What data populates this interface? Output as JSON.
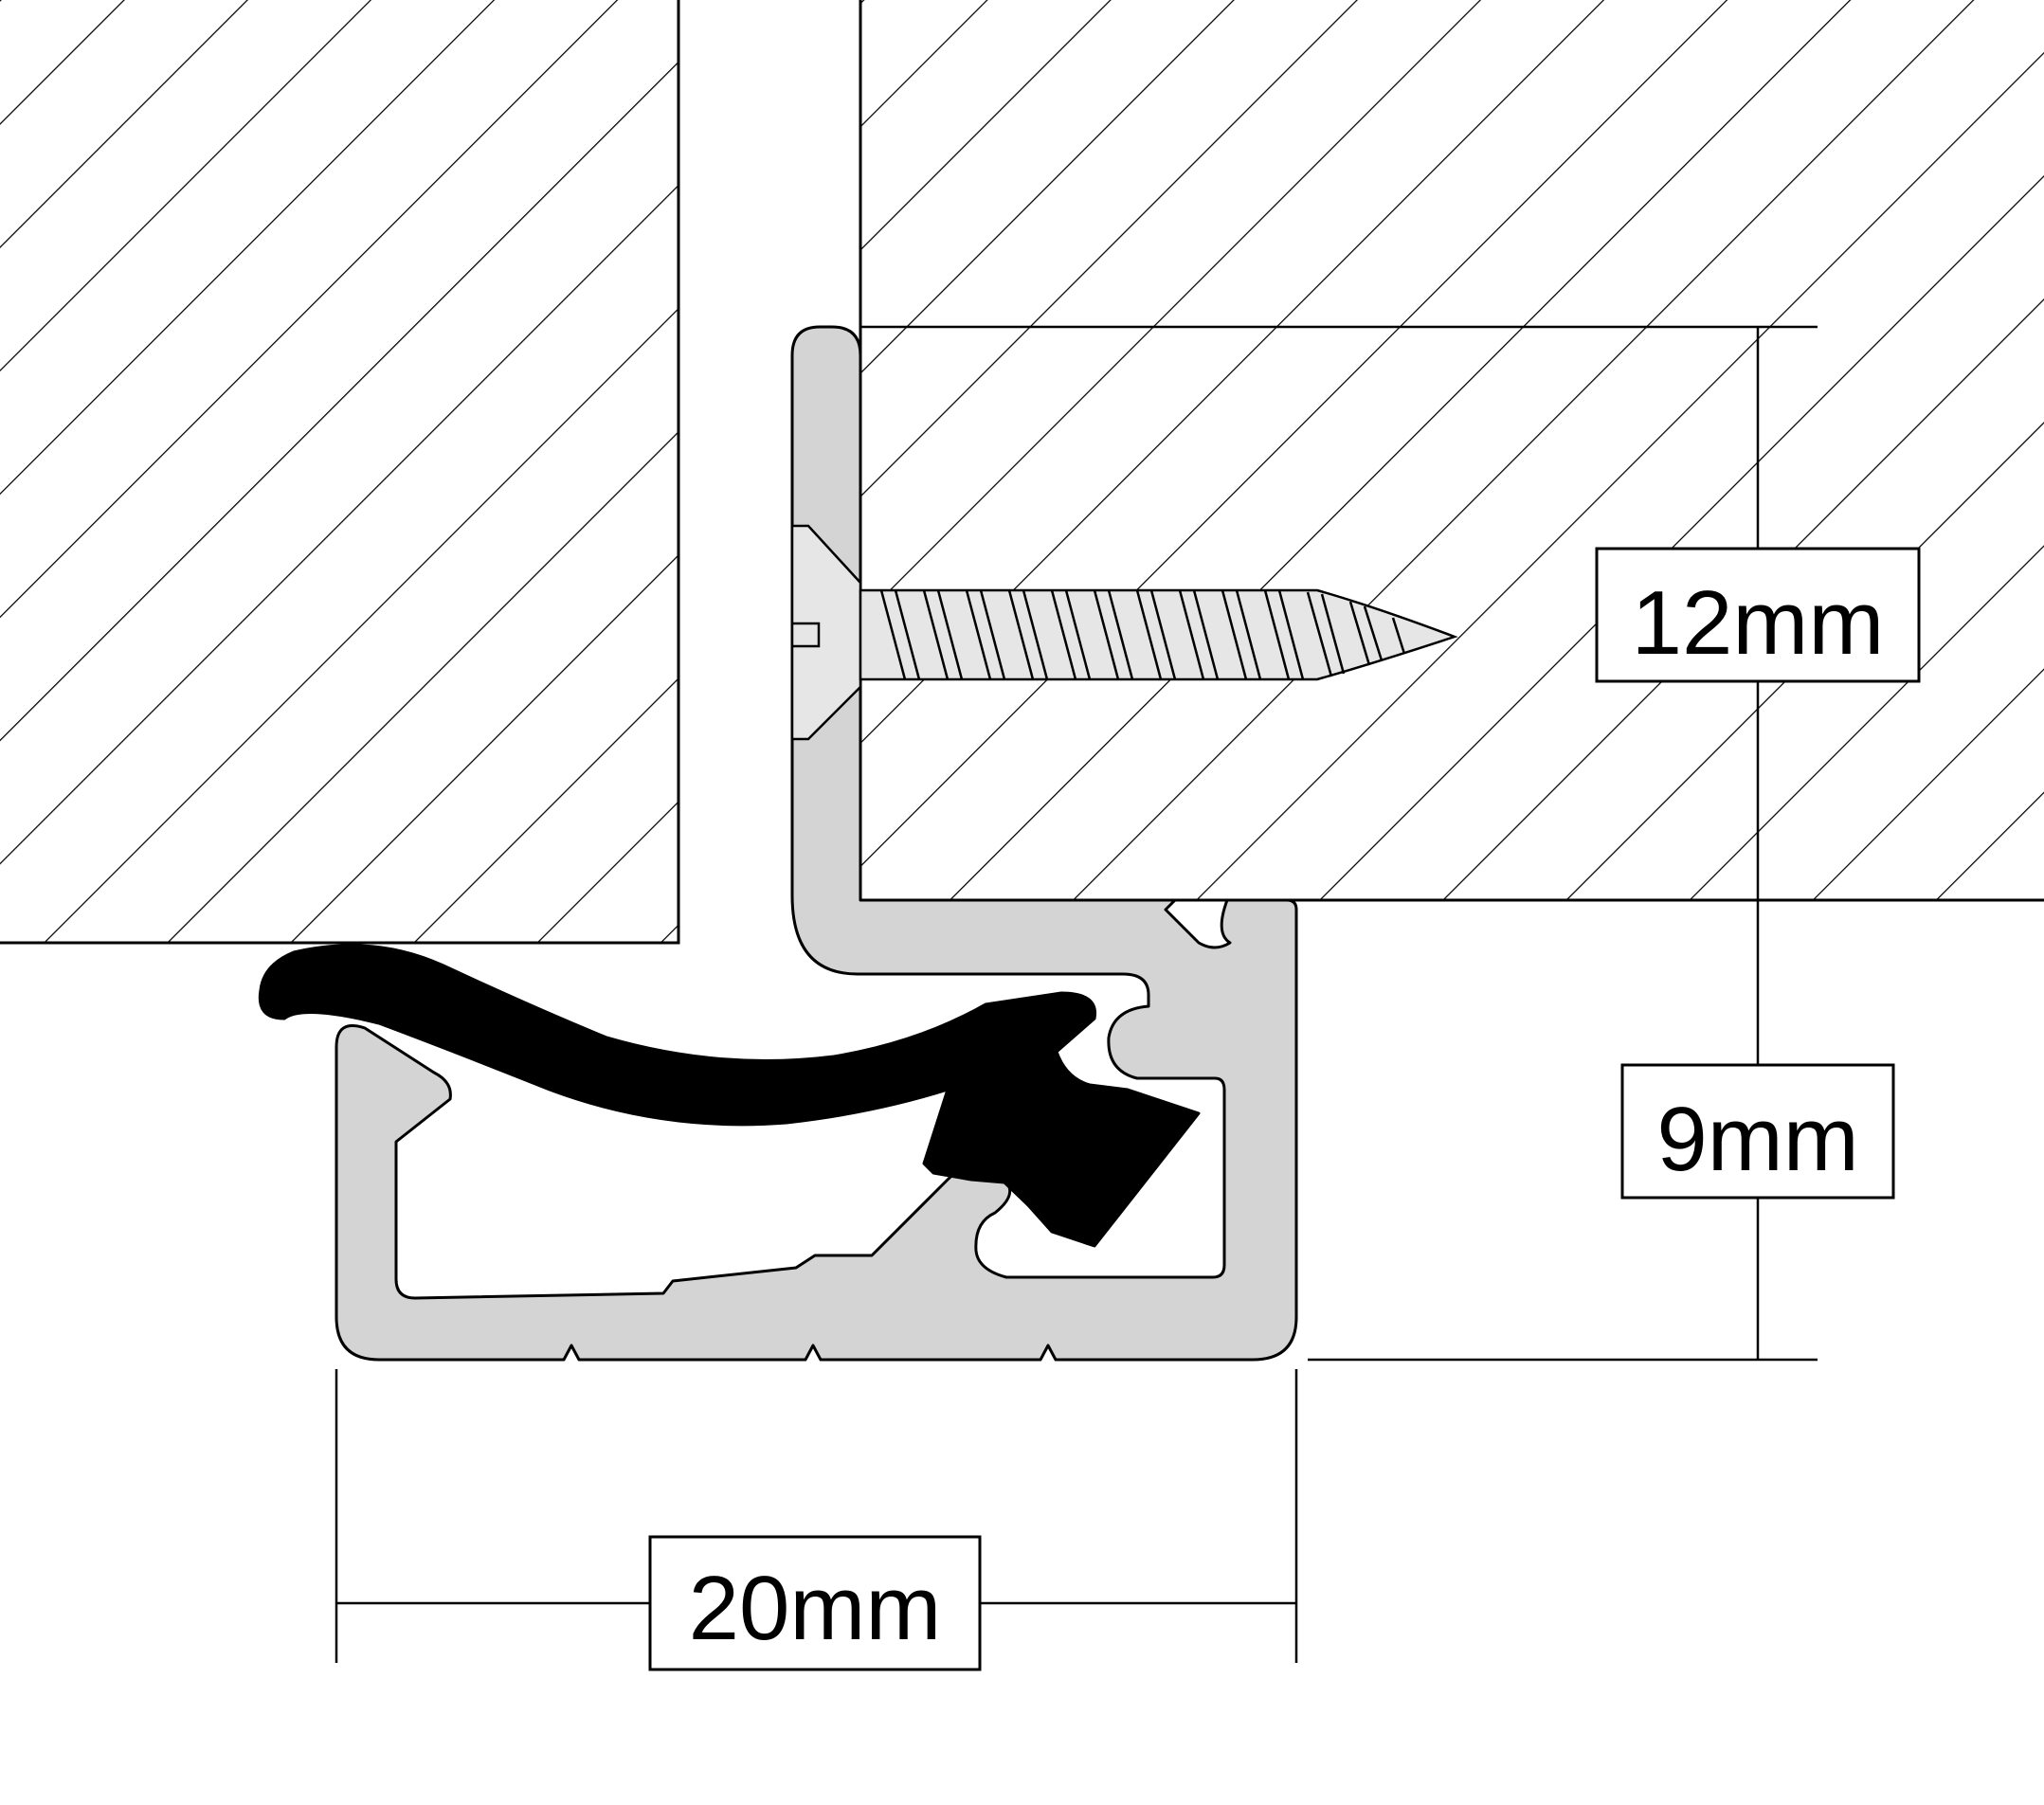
{
  "colors": {
    "background": "#ffffff",
    "line": "#000000",
    "aluminium_profile": "#d4d4d4",
    "rubber_seal": "#000000",
    "screw": "#e6e6e6"
  },
  "dimensions": {
    "depth_label": "12mm",
    "height_label": "9mm",
    "width_label": "20mm"
  }
}
